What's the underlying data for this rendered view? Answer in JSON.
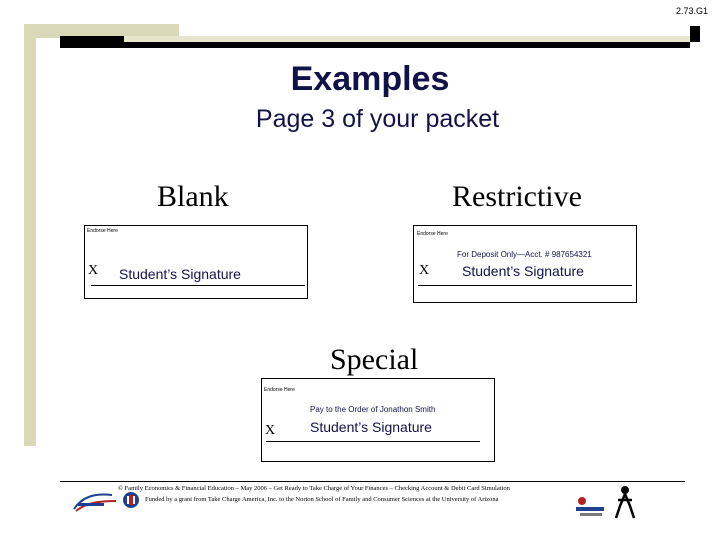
{
  "slide_id": "2.73.G1",
  "title": "Examples",
  "subtitle": "Page 3 of your packet",
  "blank": {
    "heading": "Blank",
    "endorse_label": "Endorse Here",
    "x_mark": "X",
    "signature": "Student’s Signature"
  },
  "restrictive": {
    "heading": "Restrictive",
    "endorse_label": "Endorse Here",
    "note": "For Deposit Only—Acct. # 987654321",
    "x_mark": "X",
    "signature": "Student’s Signature"
  },
  "special": {
    "heading": "Special",
    "endorse_label": "Endorse Here",
    "note": "Pay to the Order of Jonathon Smith",
    "x_mark": "X",
    "signature": "Student’s Signature"
  },
  "footer": {
    "line1": "© Family Economics & Financial Education – May 2006 – Get Ready to Take Charge of Your Finances – Checking Account & Debit Card Simulation",
    "line2": "Funded by a grant from Take Charge America, Inc. to the Norton School of Family and Consumer Sciences at the University of Arizona"
  },
  "colors": {
    "title": "#12124a",
    "frame_tan": "#d9d9b8",
    "frame_dark": "#000000"
  },
  "icons": [
    "take-charge-america-logo",
    "university-logo",
    "norton-school-logo",
    "figure-logo"
  ]
}
